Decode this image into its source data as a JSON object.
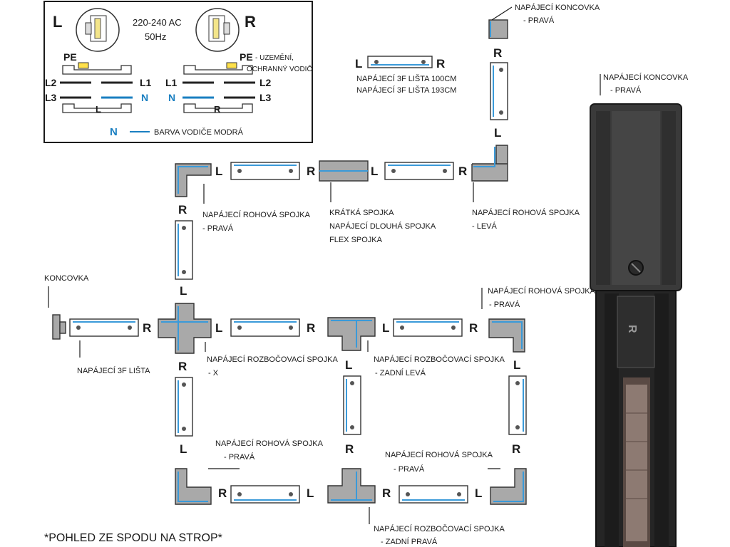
{
  "legend": {
    "voltage": "220-240 AC",
    "frequency": "50Hz",
    "left_mark": "L",
    "right_mark": "R",
    "pe_left": "PE",
    "pe_right": "PE",
    "earthing_line1": "- UZEMĚNÍ,",
    "earthing_line2": "OCHRANNÝ VODIČ",
    "left_l2": "L2",
    "left_l1": "L1",
    "left_l3": "L3",
    "left_n": "N",
    "left_l_bottom": "L",
    "right_l1": "L1",
    "right_l2": "L2",
    "right_n": "N",
    "right_l3": "L3",
    "right_r_bottom": "R",
    "n_key": "N",
    "n_key_text": "BARVA VODIČE MODRÁ"
  },
  "labels": {
    "end_cap_right_top_line1": "NAPÁJECÍ KONCOVKA",
    "end_cap_right_top_line2": "- PRAVÁ",
    "rail_lengths_line1": "NAPÁJECÍ 3F LIŠTA 100CM",
    "rail_lengths_line2": "NAPÁJECÍ 3F LIŠTA 193CM",
    "photo_caption_line1": "NAPÁJECÍ KONCOVKA",
    "photo_caption_line2": "- PRAVÁ",
    "corner_right_top_line1": "NAPÁJECÍ ROHOVÁ SPOJKA",
    "corner_right_top_line2": "- PRAVÁ",
    "short_conn_line1": "KRÁTKÁ SPOJKA",
    "short_conn_line2": "NAPÁJECÍ DLOUHÁ SPOJKA",
    "short_conn_line3": "FLEX SPOJKA",
    "corner_left_top_line1": "NAPÁJECÍ ROHOVÁ SPOJKA",
    "corner_left_top_line2": "- LEVÁ",
    "end_cap": "KONCOVKA",
    "corner_right_mid_line1": "NAPÁJECÍ ROHOVÁ SPOJKA",
    "corner_right_mid_line2": "- PRAVÁ",
    "rail_3f": "NAPÁJECÍ 3F LIŠTA",
    "x_conn_line1": "NAPÁJECÍ ROZBOČOVACÍ SPOJKA",
    "x_conn_line2": "- X",
    "t_back_left_line1": "NAPÁJECÍ ROZBOČOVACÍ SPOJKA",
    "t_back_left_line2": "- ZADNÍ LEVÁ",
    "corner_bl_line1": "NAPÁJECÍ ROHOVÁ SPOJKA",
    "corner_bl_line2": "- PRAVÁ",
    "corner_br_line1": "NAPÁJECÍ ROHOVÁ SPOJKA",
    "corner_br_line2": "- PRAVÁ",
    "t_back_right_line1": "NAPÁJECÍ ROZBOČOVACÍ SPOJKA",
    "t_back_right_line2": "- ZADNÍ PRAVÁ",
    "footer": "*POHLED ZE SPODU NA STROP*"
  },
  "marks": {
    "L": "L",
    "R": "R"
  },
  "colors": {
    "wire_blue": "#1a7fc1",
    "track_stripe": "#3a9ad9",
    "connector_grey": "#a9a9a9",
    "photo_black": "#2b2b2b"
  }
}
